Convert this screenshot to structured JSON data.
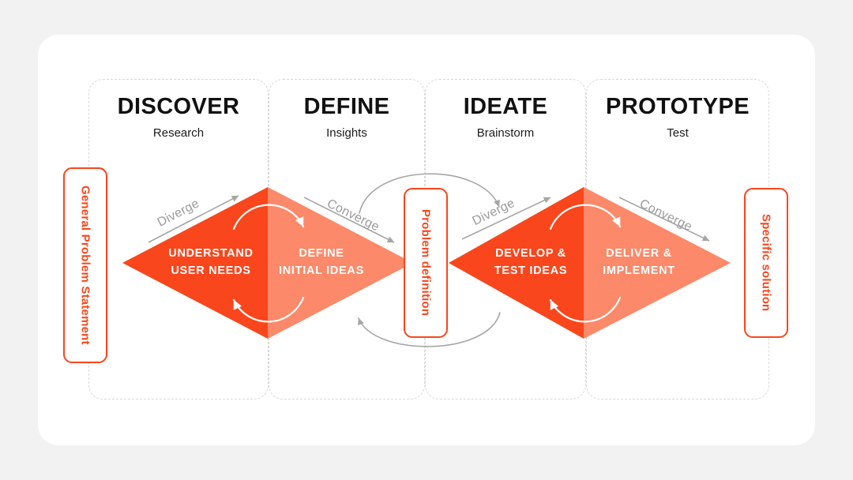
{
  "diagram": {
    "name": "Double Diamond design process",
    "background_color": "#f2f2f2",
    "card_color": "#ffffff",
    "accent_dark": "#f9461c",
    "accent_light": "#fc8969",
    "flow_label_color": "#9b9b9b"
  },
  "phases": [
    {
      "title": "DISCOVER",
      "subtitle": "Research"
    },
    {
      "title": "DEFINE",
      "subtitle": "Insights"
    },
    {
      "title": "IDEATE",
      "subtitle": "Brainstorm"
    },
    {
      "title": "PROTOTYPE",
      "subtitle": "Test"
    }
  ],
  "diamonds": [
    {
      "left_label_line1": "UNDERSTAND",
      "left_label_line2": "USER NEEDS",
      "right_label_line1": "DEFINE",
      "right_label_line2": "INITIAL IDEAS"
    },
    {
      "left_label_line1": "DEVELOP &",
      "left_label_line2": "TEST IDEAS",
      "right_label_line1": "DELIVER &",
      "right_label_line2": "IMPLEMENT"
    }
  ],
  "flow_labels": {
    "diverge_1": "Diverge",
    "converge_1": "Converge",
    "diverge_2": "Diverge",
    "converge_2": "Converge"
  },
  "pills": {
    "start": "General Problem Statement",
    "middle": "Problem definition",
    "end": "Specific solution"
  }
}
